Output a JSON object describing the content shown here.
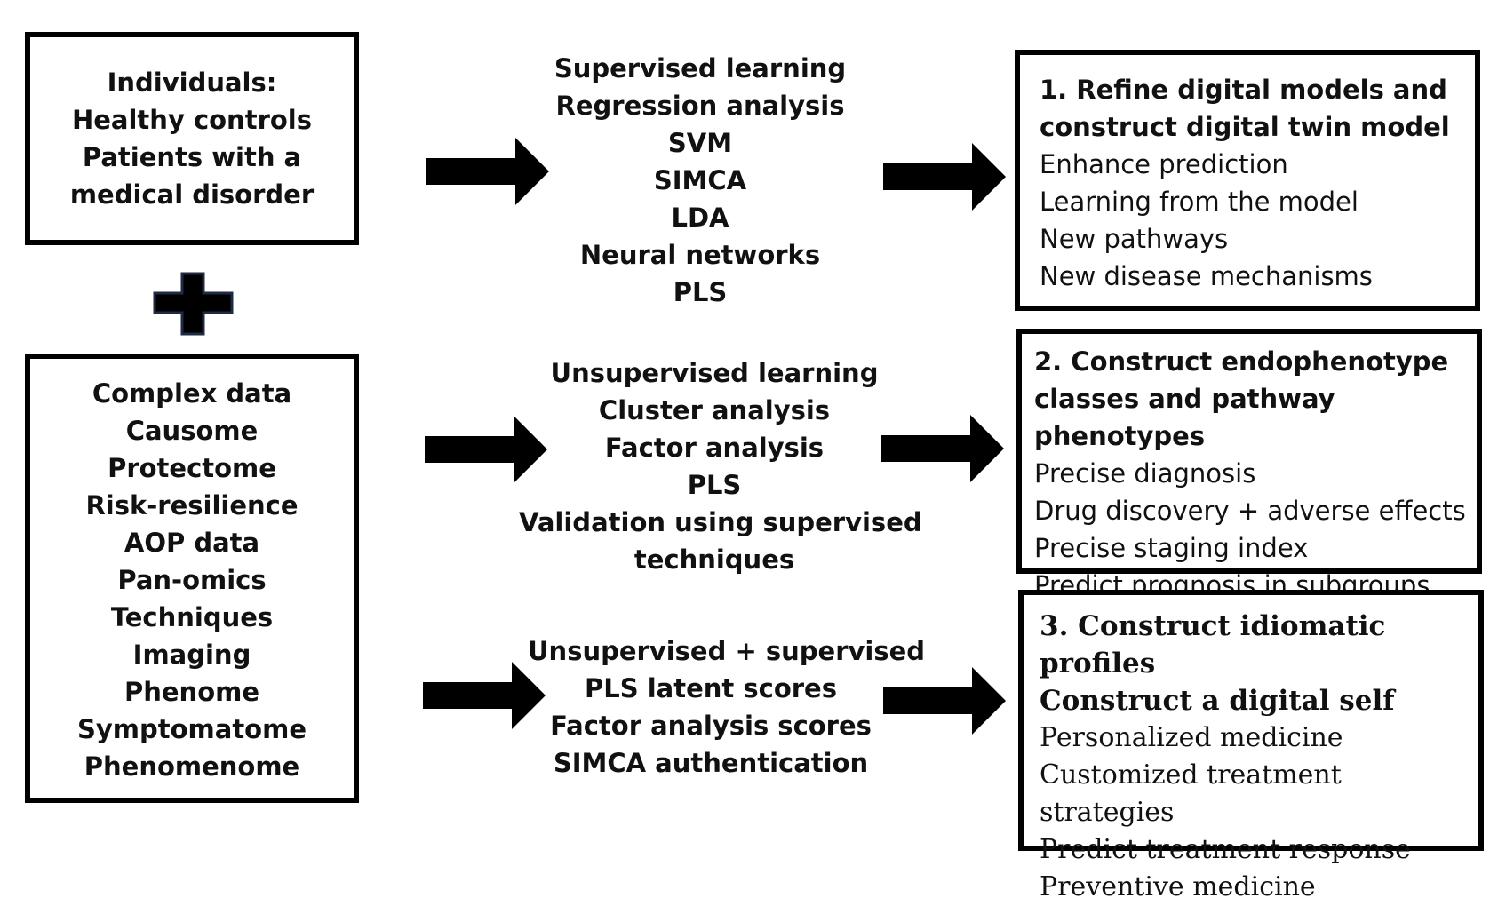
{
  "inputs": {
    "individuals": [
      "Individuals:",
      "Healthy controls",
      "Patients with a",
      "medical disorder"
    ],
    "data": [
      "Complex data",
      "Causome",
      "Protectome",
      "Risk-resilience",
      "AOP data",
      "Pan-omics",
      "Techniques",
      "Imaging",
      "Phenome",
      "Symptomatome",
      "Phenomenome"
    ]
  },
  "methods": [
    {
      "lines": [
        "Supervised learning",
        "Regression analysis",
        "SVM",
        "SIMCA",
        "LDA",
        "Neural networks",
        "PLS"
      ]
    },
    {
      "lines": [
        "Unsupervised learning",
        "Cluster analysis",
        "Factor analysis",
        "PLS",
        "Validation using supervised",
        "techniques"
      ]
    },
    {
      "lines": [
        "Unsupervised + supervised",
        "PLS latent scores",
        "Factor analysis scores",
        "SIMCA authentication"
      ]
    }
  ],
  "outcomes": [
    {
      "heading": [
        "1. Refine digital models and",
        "construct digital twin model"
      ],
      "items": [
        "Enhance prediction",
        "Learning from the model",
        "New pathways",
        "New disease mechanisms"
      ]
    },
    {
      "heading": [
        "2. Construct endophenotype",
        "classes and pathway phenotypes"
      ],
      "items": [
        "Precise diagnosis",
        "Drug discovery + adverse effects",
        "Precise staging index",
        "Predict prognosis in subgroups"
      ]
    },
    {
      "heading": [
        "3. Construct idiomatic profiles",
        "Construct a digital self"
      ],
      "items": [
        "Personalized medicine",
        "Customized treatment strategies",
        "Predict treatment response",
        "Preventive medicine"
      ]
    }
  ],
  "colors": {
    "border": "#000000",
    "text": "#111111",
    "plus_fill": "#000000",
    "plus_outline": "#1f2a44"
  }
}
